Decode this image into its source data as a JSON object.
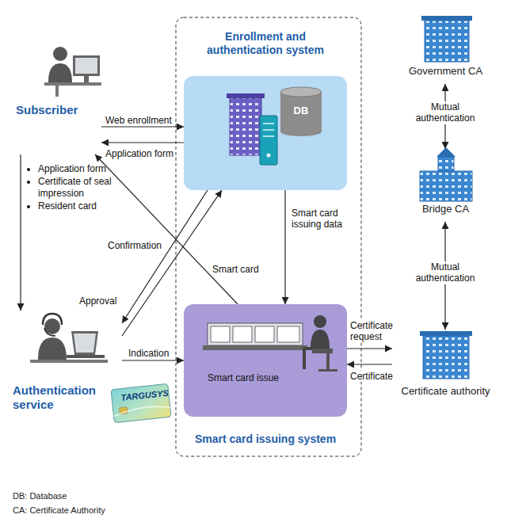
{
  "diagram": {
    "nodes": [
      {
        "text": [
          "Subscriber"
        ]
      },
      {
        "text": [
          "Enrollment and authentication system"
        ]
      },
      {
        "text": [
          "DB"
        ],
        "in": 1
      },
      {
        "text": [
          "Authentication service"
        ]
      },
      {
        "text": [
          "Smart card issue",
          "Smart card issuing system"
        ]
      },
      {
        "text": [
          "Government CA"
        ]
      },
      {
        "text": [
          "Bridge CA"
        ]
      },
      {
        "text": [
          "Certificate authority"
        ]
      }
    ],
    "edges": [
      {
        "from": 0,
        "to": 1,
        "label": "Web enrollment",
        "arrow": "to"
      },
      {
        "from": 1,
        "to": 0,
        "label": "Application form",
        "arrow": "to"
      },
      {
        "from": 0,
        "to": 3,
        "arrow": "to"
      },
      {
        "from": 1,
        "to": 3,
        "label": "Confirmation",
        "arrow": "to"
      },
      {
        "from": 3,
        "to": 1,
        "label": "Approval",
        "arrow": "to"
      },
      {
        "from": 4,
        "to": 0,
        "label": "Smart card",
        "arrow": "to"
      },
      {
        "from": 3,
        "to": 4,
        "label": "Indication",
        "arrow": "to"
      },
      {
        "from": 1,
        "to": 4,
        "label": "Smart card issuing data",
        "arrow": "to"
      },
      {
        "from": 4,
        "to": 7,
        "label": "Certificate request",
        "arrow": "to"
      },
      {
        "from": 7,
        "to": 4,
        "label": "Certificate",
        "arrow": "to"
      },
      {
        "from": 5,
        "to": 6,
        "label": "Mutual authentication",
        "arrow": "both"
      },
      {
        "from": 6,
        "to": 7,
        "label": "Mutual authentication",
        "arrow": "both"
      }
    ],
    "labels": [
      "Application form",
      "Certificate of seal impression",
      "Resident card",
      "TARGUSYS",
      "DB: Database",
      "CA: Certificate Authority"
    ]
  }
}
